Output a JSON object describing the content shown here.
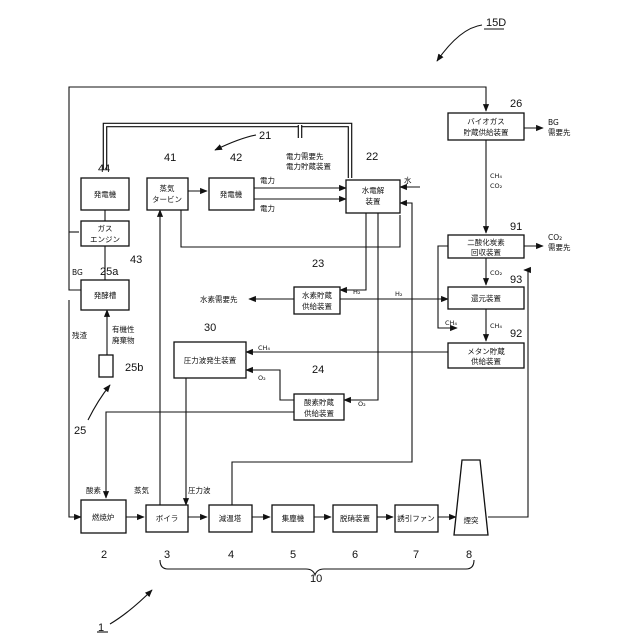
{
  "figure_label": "15D",
  "refs": {
    "system": "1",
    "combustion_furnace": "2",
    "boiler": "3",
    "cooling_tower": "4",
    "dust_collector": "5",
    "denitration": "6",
    "induced_fan": "7",
    "chimney": "8",
    "exhaust_line": "10",
    "power_system": "21",
    "electrolysis": "22",
    "hydrogen_storage": "23",
    "oxygen_storage": "24",
    "methane_fermentation": "25",
    "fermenter": "25a",
    "organic_waste": "25b",
    "biogas_storage": "26",
    "pressure_wave": "30",
    "steam_turbine": "41",
    "generator": "42",
    "gas_engine": "43",
    "generator2": "44",
    "co2_recovery": "91",
    "methane_storage": "92",
    "reduction": "93"
  },
  "boxes": {
    "biogas_storage": [
      "バイオガス",
      "貯蔵供給装置"
    ],
    "generator2": [
      "発電機"
    ],
    "steam_turbine": [
      "蒸気",
      "タービン"
    ],
    "generator": [
      "発電機"
    ],
    "electrolysis": [
      "水電解",
      "装置"
    ],
    "gas_engine": [
      "ガス",
      "エンジン"
    ],
    "co2_recovery": [
      "二酸化炭素",
      "回収装置"
    ],
    "fermenter": [
      "発酵槽"
    ],
    "hydrogen_storage": [
      "水素貯蔵",
      "供給装置"
    ],
    "reduction": [
      "還元装置"
    ],
    "methane_storage": [
      "メタン貯蔵",
      "供給装置"
    ],
    "pressure_wave": [
      "圧力波発生装置"
    ],
    "oxygen_storage": [
      "酸素貯蔵",
      "供給装置"
    ],
    "combustion_furnace": [
      "燃焼炉"
    ],
    "boiler": [
      "ボイラ"
    ],
    "cooling_tower": [
      "減温塔"
    ],
    "dust_collector": [
      "集塵機"
    ],
    "denitration": [
      "脱硝装置"
    ],
    "induced_fan": [
      "誘引ファン"
    ],
    "chimney": [
      "煙突"
    ]
  },
  "labels": {
    "bg_destination": [
      "BG",
      "需要先"
    ],
    "ch4_co2": [
      "CH₄",
      "CO₂"
    ],
    "co2_destination": [
      "CO₂",
      "需要先"
    ],
    "power_demand": [
      "電力需要先",
      "電力貯蔵装置"
    ],
    "power1": "電力",
    "power2": "電力",
    "water": "水",
    "h2_a": "H₂",
    "h2_b": "H₂",
    "hydrogen_demand": "水素需要先",
    "co2_b": "CO₂",
    "ch4_a": "CH₄",
    "ch4_b": "CH₄",
    "ch4_c": "CH₄",
    "o2_a": "O₂",
    "o2_b": "O₂",
    "bg": "BG",
    "residue": "残渣",
    "organic_waste": [
      "有機性",
      "廃棄物"
    ],
    "oxygen": "酸素",
    "steam": "蒸気",
    "pressure_wave_label": "圧力波"
  }
}
